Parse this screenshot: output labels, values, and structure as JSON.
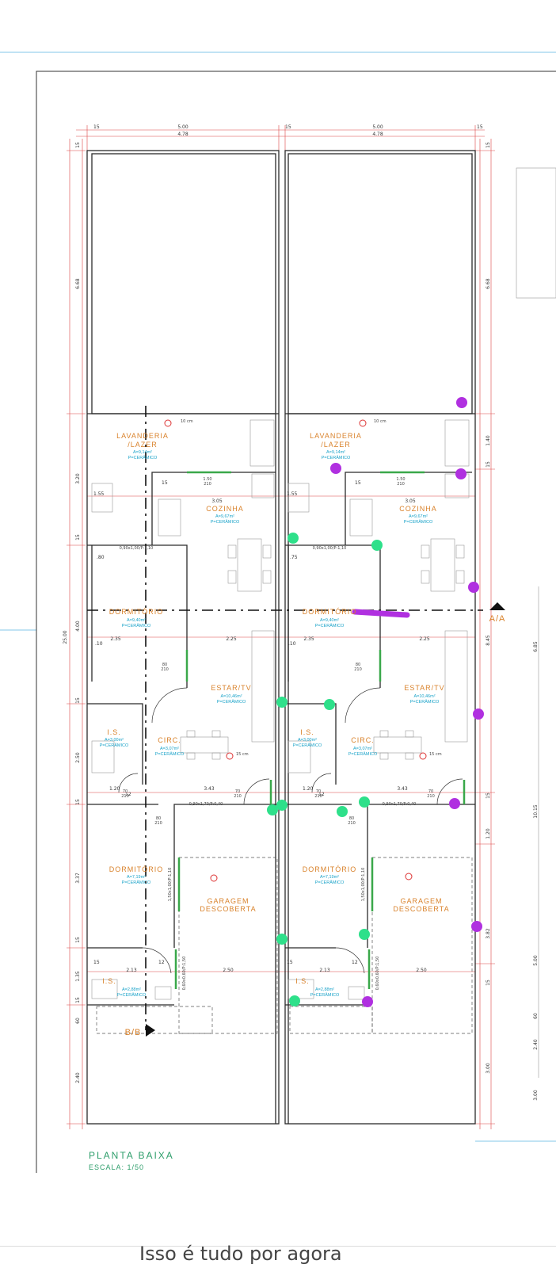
{
  "top_dims": {
    "offset_left": "15",
    "width_total_left": "5.00",
    "width_inner_left": "4.78",
    "offset_mid": "15",
    "width_total_right": "5.00",
    "width_inner_right": "4.78",
    "offset_right": "15"
  },
  "left_dims": {
    "top_wall": "15",
    "backyard": "6.68",
    "lav": "3.20",
    "wall_a": "15",
    "dorm": "4.00",
    "total": "25.00",
    "wall_b": "15",
    "is": "2.50",
    "wall_c": "15",
    "dorm2": "3.37",
    "wall_d": "15",
    "is2": "1.35",
    "wall_e": "15",
    "wall_f": "60",
    "front": "2.40"
  },
  "right_dims": {
    "top_wall": "15",
    "backyard": "6.68",
    "lav": "1.40",
    "wall_a": "15",
    "mid": "8.45",
    "wall_b": "15",
    "gar_a": "1.20",
    "gar_b": "3.82",
    "wall_c": "15",
    "front": "3.00"
  },
  "far_right_dims": {
    "a": "6.85",
    "b": "10.15",
    "c": "5.00",
    "d": "60",
    "e": "2.40",
    "f": "3.00"
  },
  "units": [
    {
      "lavanderia": {
        "name1": "LAVANDERIA",
        "name2": "/LAZER",
        "area": "A=9,14m²",
        "floor": "P=CERÂMICO"
      },
      "cozinha": {
        "name": "COZINHA",
        "area": "A=9,67m²",
        "floor": "P=CERÂMICO"
      },
      "dormitorio1": {
        "name": "DORMITÓRIO",
        "area": "A=9,40m²",
        "floor": "P=CERÂMICO"
      },
      "estar": {
        "name": "ESTAR/TV",
        "area": "A=10,46m²",
        "floor": "P=CERÂMICO"
      },
      "is1": {
        "name": "I.S.",
        "area": "A=3,00m²",
        "floor": "P=CERÂMICO"
      },
      "circ": {
        "name": "CIRC.",
        "area": "A=3,07m²",
        "floor": "P=CERÂMICO"
      },
      "dormitorio2": {
        "name": "DORMITÓRIO",
        "area": "A=7,19m²",
        "floor": "P=CERÂMICO"
      },
      "garagem": {
        "name1": "GARAGEM",
        "name2": "DESCOBERTA"
      },
      "is2": {
        "name": "I.S.",
        "area": "A=2,88m²",
        "floor": "P=CERÂMICO"
      },
      "dims": {
        "a": "1.55",
        "b": "3.05",
        "c": "2.35",
        "d": "2.25",
        "e": "3.43",
        "f": "2.13",
        "g": "2.50",
        "h": ".80",
        "i": ".10",
        "j": "1.20",
        "k": "12",
        "l": "12",
        "m": "15",
        "n": "15"
      },
      "doors": {
        "window_lav": "1.50\n210",
        "window_dorm": "0,90x1,00/P:1,10",
        "door_dorm": "80\n210",
        "door_circ": "70\n210",
        "window_circ": "0,90x1,70/P:0,40",
        "door_dorm2": "80\n210",
        "window_dorm2": "1,50x1,00/P:1,10",
        "window_is2": "0,60x0,60/P:1,50",
        "door_is2": "70\n210"
      },
      "level": "10 cm",
      "level2": "15 cm"
    },
    {
      "lavanderia": {
        "name1": "LAVANDERIA",
        "name2": "/LAZER",
        "area": "A=9,14m²",
        "floor": "P=CERÂMICO"
      },
      "cozinha": {
        "name": "COZINHA",
        "area": "A=9,67m²",
        "floor": "P=CERÂMICO"
      },
      "dormitorio1": {
        "name": "DORMITÓRIO",
        "area": "A=9,40m²",
        "floor": "P=CERÂMICO"
      },
      "estar": {
        "name": "ESTAR/TV",
        "area": "A=10,46m²",
        "floor": "P=CERÂMICO"
      },
      "is1": {
        "name": "I.S.",
        "area": "A=3,00m²",
        "floor": "P=CERÂMICO"
      },
      "circ": {
        "name": "CIRC.",
        "area": "A=3,07m²",
        "floor": "P=CERÂMICO"
      },
      "dormitorio2": {
        "name": "DORMITÓRIO",
        "area": "A=7,19m²",
        "floor": "P=CERÂMICO"
      },
      "garagem": {
        "name1": "GARAGEM",
        "name2": "DESCOBERTA"
      },
      "is2": {
        "name": "I.S.",
        "area": "A=2,88m²",
        "floor": "P=CERÂMICO"
      },
      "dims": {
        "a": "1.55",
        "b": "3.05",
        "c": "2.35",
        "d": "2.25",
        "e": "3.43",
        "f": "2.13",
        "g": "2.50",
        "h": ".75",
        "i": ".10",
        "j": "1.20",
        "k": "12",
        "l": "12",
        "m": "15",
        "n": "15"
      },
      "doors": {
        "window_lav": "1.50\n210",
        "window_dorm": "0,90x1,00/P:1,10",
        "door_dorm": "80\n210",
        "door_circ": "70\n210",
        "window_circ": "0,90x1,70/P:0,40",
        "door_dorm2": "80\n210",
        "window_dorm2": "1,50x1,00/P:1,10",
        "window_is2": "0,60x0,60/P:1,50",
        "door_is2": "70\n210"
      },
      "level": "10 cm",
      "level2": "15 cm"
    }
  ],
  "section_a": "A/A",
  "section_b": "B/B",
  "plan_title": "PLANTA BAIXA",
  "plan_scale": "ESCALA: 1/50",
  "footer": "Isso é tudo por agora",
  "colors": {
    "line": "#2b2b2b",
    "dim_line": "#d44",
    "accent_line": "#5ab4e0",
    "window": "#3aa84a",
    "marker_green": "#2ee08a",
    "marker_purple": "#b030e0",
    "highlight": "#b030e0"
  }
}
